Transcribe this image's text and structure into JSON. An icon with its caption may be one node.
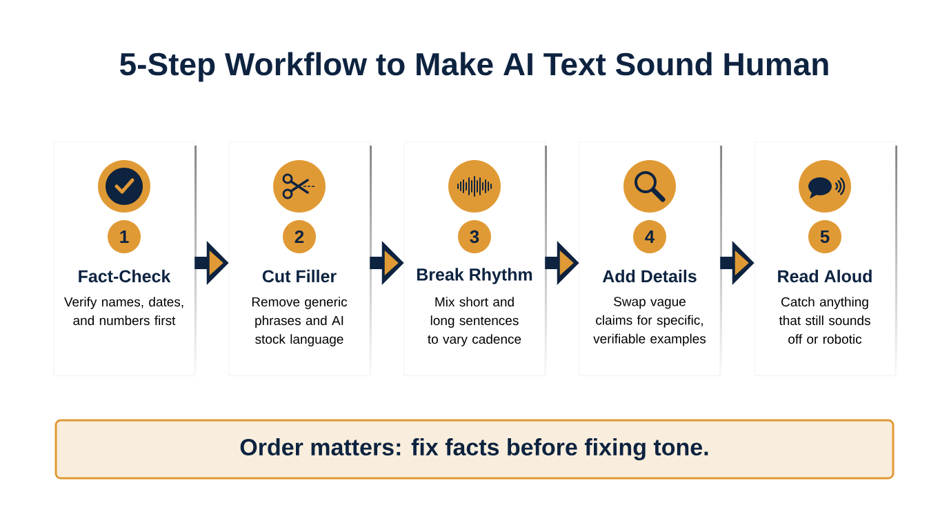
{
  "diagram": {
    "title": "5-Step Workflow to Make AI Text Sound Human",
    "nodes": [
      {
        "text": [
          "Fact-Check",
          "Verify names, dates, and numbers first"
        ]
      },
      {
        "text": [
          "1"
        ],
        "in": 0
      },
      {
        "text": [
          "Cut Filler",
          "Remove generic phrases and AI stock language"
        ]
      },
      {
        "text": [
          "2"
        ],
        "in": 2
      },
      {
        "text": [
          "Break Rhythm",
          "Mix short and long sentences to vary cadence"
        ]
      },
      {
        "text": [
          "3"
        ],
        "in": 4
      },
      {
        "text": [
          "Add Details",
          "Swap vague claims for specific, verifiable examples"
        ]
      },
      {
        "text": [
          "4"
        ],
        "in": 6
      },
      {
        "text": [
          "Read Aloud",
          "Catch anything that still sounds off or robotic"
        ]
      },
      {
        "text": [
          "5"
        ],
        "in": 8
      },
      {
        "text": [
          "Order matters: fix facts before fixing tone."
        ]
      }
    ],
    "edges": [
      {
        "from": 0,
        "to": 2,
        "arrow": "to"
      },
      {
        "from": 2,
        "to": 4,
        "arrow": "to"
      },
      {
        "from": 4,
        "to": 6,
        "arrow": "to"
      },
      {
        "from": 6,
        "to": 8,
        "arrow": "to"
      }
    ]
  }
}
